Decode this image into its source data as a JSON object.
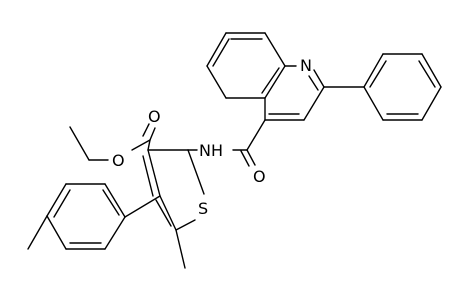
{
  "molecule": {
    "labels": {
      "ring_nitrogen": "N",
      "amide_nh": "NH",
      "amide_oxygen": "O",
      "thiophene_sulfur": "S",
      "ester_carbonyl_oxygen": "O",
      "ester_ether_oxygen": "O"
    }
  },
  "colors": {
    "background": "#ffffff",
    "bonds": "#000000",
    "atom_labels": "#000000"
  }
}
